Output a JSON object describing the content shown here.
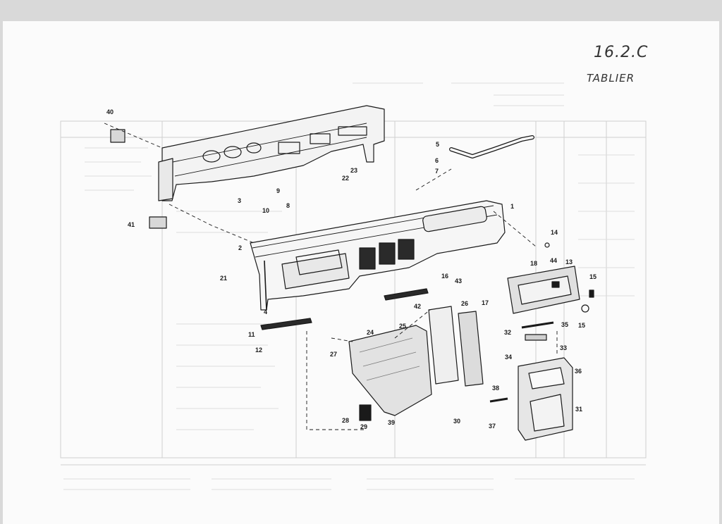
{
  "sheet": {
    "handwritten_ref": "16.2.C",
    "handwritten_name": "TABLIER"
  },
  "callouts": [
    "1",
    "2",
    "3",
    "4",
    "5",
    "6",
    "7",
    "8",
    "9",
    "10",
    "11",
    "12",
    "13",
    "14",
    "15",
    "15",
    "16",
    "17",
    "18",
    "21",
    "22",
    "23",
    "24",
    "25",
    "26",
    "27",
    "28",
    "29",
    "30",
    "31",
    "32",
    "33",
    "34",
    "35",
    "36",
    "37",
    "38",
    "39",
    "40",
    "41",
    "42",
    "43",
    "44"
  ],
  "colors": {
    "paper": "#fbfbfb",
    "ink": "#1a1a1a",
    "ghost": "#c8c8c8",
    "scan": "#d9d9d9"
  }
}
